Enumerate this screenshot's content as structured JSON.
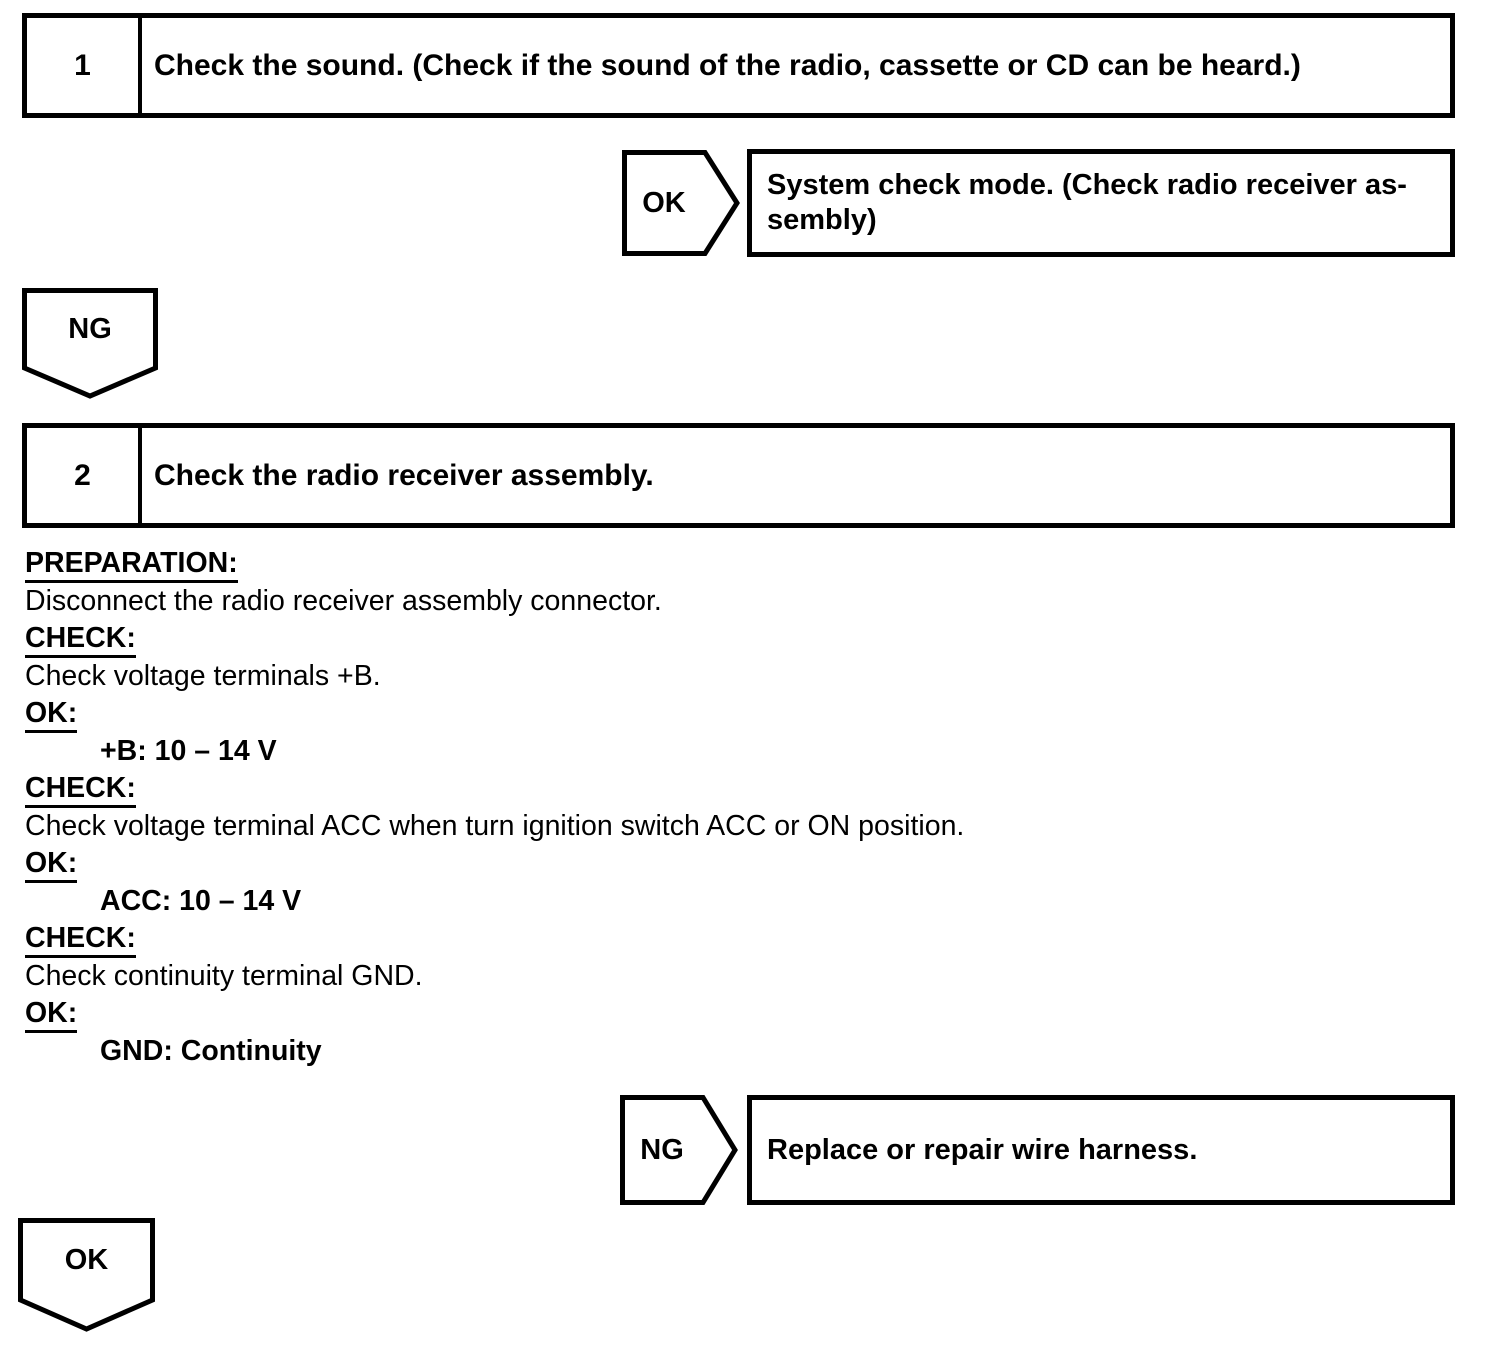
{
  "page": {
    "background": "#ffffff",
    "ink": "#000000"
  },
  "steps": [
    {
      "number": "1",
      "title": "Check the sound. (Check if the sound of the radio, cassette or CD can be heard.)"
    },
    {
      "number": "2",
      "title": "Check the radio receiver assembly."
    }
  ],
  "branches": [
    {
      "label": "OK",
      "result": "System check mode. (Check radio receiver as-\nsembly)"
    },
    {
      "label": "NG",
      "result": "Replace or repair wire harness."
    }
  ],
  "connectors": [
    {
      "label": "NG"
    },
    {
      "label": "OK"
    }
  ],
  "procedure": {
    "lines": [
      {
        "type": "header",
        "text": "PREPARATION:"
      },
      {
        "type": "body",
        "text": "Disconnect the radio receiver assembly connector."
      },
      {
        "type": "header",
        "text": "CHECK:"
      },
      {
        "type": "body",
        "text": "Check voltage terminals +B."
      },
      {
        "type": "header",
        "text": "OK:"
      },
      {
        "type": "value",
        "text": "+B: 10 – 14 V"
      },
      {
        "type": "header",
        "text": "CHECK:"
      },
      {
        "type": "body",
        "text": "Check voltage terminal ACC when turn ignition switch ACC or ON position."
      },
      {
        "type": "header",
        "text": "OK:"
      },
      {
        "type": "value",
        "text": "ACC: 10 – 14 V"
      },
      {
        "type": "header",
        "text": "CHECK:"
      },
      {
        "type": "body",
        "text": "Check continuity terminal GND."
      },
      {
        "type": "header",
        "text": "OK:"
      },
      {
        "type": "value",
        "text": "GND: Continuity"
      }
    ]
  }
}
